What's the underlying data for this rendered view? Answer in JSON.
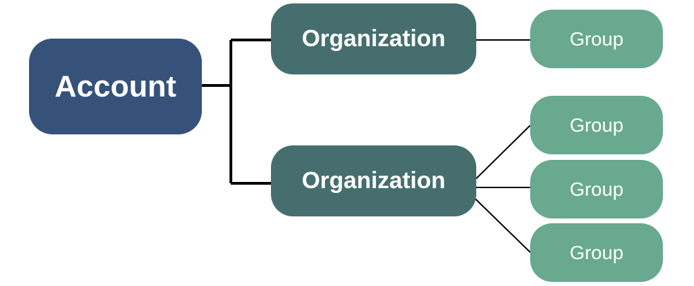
{
  "account": {
    "label": "Account"
  },
  "organizations": [
    {
      "label": "Organization"
    },
    {
      "label": "Organization"
    }
  ],
  "groups": [
    {
      "label": "Group"
    },
    {
      "label": "Group"
    },
    {
      "label": "Group"
    },
    {
      "label": "Group"
    }
  ],
  "colors": {
    "account": "#36527a",
    "organization": "#466e6f",
    "group": "#68a990",
    "text": "#ffffff",
    "connector": "#000000"
  }
}
